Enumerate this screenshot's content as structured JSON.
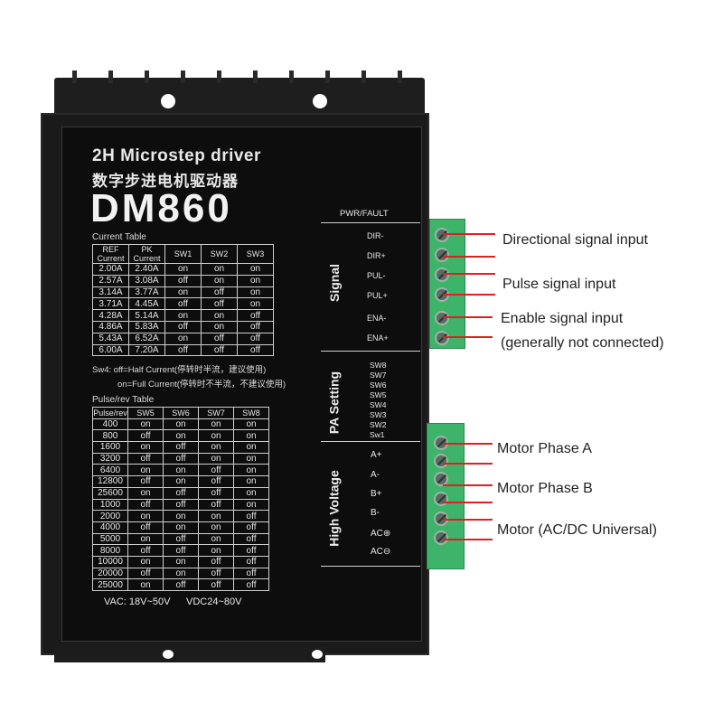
{
  "product": {
    "title_en": "2H Microstep driver",
    "title_cn": "数字步进电机驱动器",
    "model": "DM860"
  },
  "current_table": {
    "caption": "Current Table",
    "headers": [
      "REF Current",
      "PK Current",
      "SW1",
      "SW2",
      "SW3"
    ],
    "rows": [
      [
        "2.00A",
        "2.40A",
        "on",
        "on",
        "on"
      ],
      [
        "2.57A",
        "3.08A",
        "off",
        "on",
        "on"
      ],
      [
        "3.14A",
        "3.77A",
        "on",
        "off",
        "on"
      ],
      [
        "3.71A",
        "4.45A",
        "off",
        "off",
        "on"
      ],
      [
        "4.28A",
        "5.14A",
        "on",
        "on",
        "off"
      ],
      [
        "4.86A",
        "5.83A",
        "off",
        "on",
        "off"
      ],
      [
        "5.43A",
        "6.52A",
        "on",
        "off",
        "off"
      ],
      [
        "6.00A",
        "7.20A",
        "off",
        "off",
        "off"
      ]
    ]
  },
  "sw4_notes": {
    "line1": "Sw4: off=Half Current(停转时半流，建议使用)",
    "line2": "on=Full Current(停转时不半流，不建议使用)"
  },
  "pulse_table": {
    "caption": "Pulse/rev Table",
    "headers": [
      "Pulse/rev",
      "SW5",
      "SW6",
      "SW7",
      "SW8"
    ],
    "rows": [
      [
        "400",
        "on",
        "on",
        "on",
        "on"
      ],
      [
        "800",
        "off",
        "on",
        "on",
        "on"
      ],
      [
        "1600",
        "on",
        "off",
        "on",
        "on"
      ],
      [
        "3200",
        "off",
        "off",
        "on",
        "on"
      ],
      [
        "6400",
        "on",
        "on",
        "off",
        "on"
      ],
      [
        "12800",
        "off",
        "on",
        "off",
        "on"
      ],
      [
        "25600",
        "on",
        "off",
        "off",
        "on"
      ],
      [
        "1000",
        "off",
        "off",
        "off",
        "on"
      ],
      [
        "2000",
        "on",
        "on",
        "on",
        "off"
      ],
      [
        "4000",
        "off",
        "on",
        "on",
        "off"
      ],
      [
        "5000",
        "on",
        "off",
        "on",
        "off"
      ],
      [
        "8000",
        "off",
        "off",
        "on",
        "off"
      ],
      [
        "10000",
        "on",
        "on",
        "off",
        "off"
      ],
      [
        "20000",
        "off",
        "on",
        "off",
        "off"
      ],
      [
        "25000",
        "on",
        "off",
        "off",
        "off"
      ]
    ]
  },
  "power": {
    "vac": "VAC: 18V~50V",
    "vdc": "VDC24~80V"
  },
  "panel": {
    "pwr_fault": "PWR/FAULT",
    "signal_title": "Signal",
    "signal_pins": [
      "DIR-",
      "DIR+",
      "PUL-",
      "PUL+",
      "ENA-",
      "ENA+"
    ],
    "pa_title": "PA Setting",
    "sw_labels": [
      "SW8",
      "SW7",
      "SW6",
      "SW5",
      "SW4",
      "SW3",
      "SW2",
      "Sw1"
    ],
    "hv_title": "High Voltage",
    "hv_pins": [
      "A+",
      "A-",
      "B+",
      "B-",
      "AC⊕",
      "AC⊖"
    ]
  },
  "annotations": {
    "directional": "Directional signal input",
    "pulse": "Pulse signal input",
    "enable": "Enable signal input",
    "enable_note": "(generally not connected)",
    "phase_a": "Motor Phase A",
    "phase_b": "Motor Phase B",
    "motor_ac": "Motor (AC/DC Universal)"
  },
  "colors": {
    "terminal_green": "#3db46a",
    "arrow_red": "#e02020",
    "body_black": "#1a1a1a"
  }
}
